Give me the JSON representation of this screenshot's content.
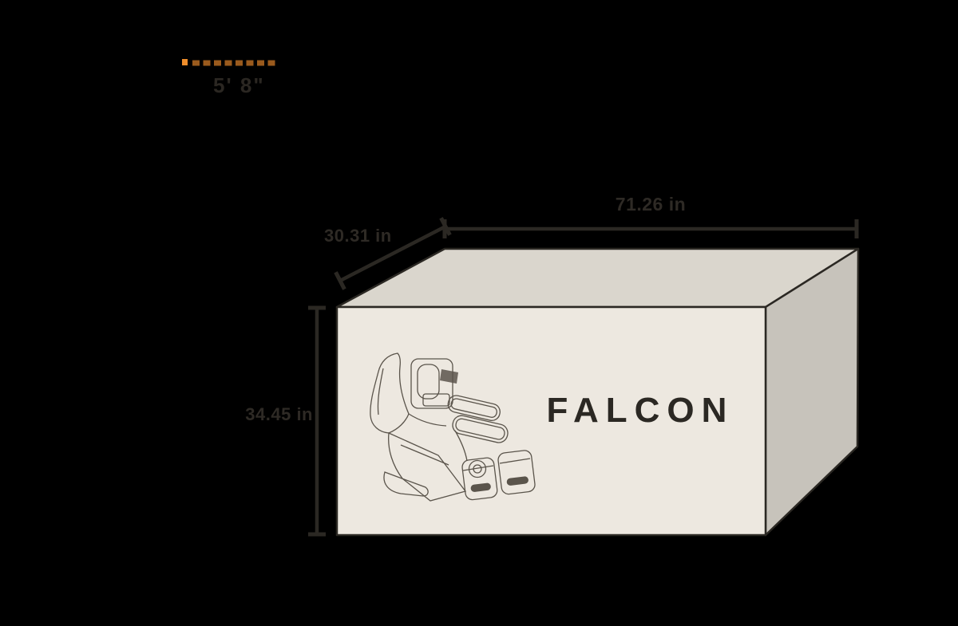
{
  "figure": {
    "type": "product-box-dimension-diagram",
    "brand_label": "FALCON",
    "clearance_label": "5' 8\"",
    "dimensions": {
      "width_label": "71.26 in",
      "depth_label": "30.31 in",
      "height_label": "34.45 in"
    },
    "colors": {
      "background": "#000000",
      "box_front_face": "#EDE8E0",
      "box_top_face": "#DAD6CD",
      "box_side_face": "#C7C3BB",
      "outline": "#2B2823",
      "dimension_text": "#2E2A25",
      "accent_orange_bright": "#EE8D2B",
      "accent_orange_dark": "#9A5A1D",
      "chair_line": "#5A544B"
    }
  }
}
